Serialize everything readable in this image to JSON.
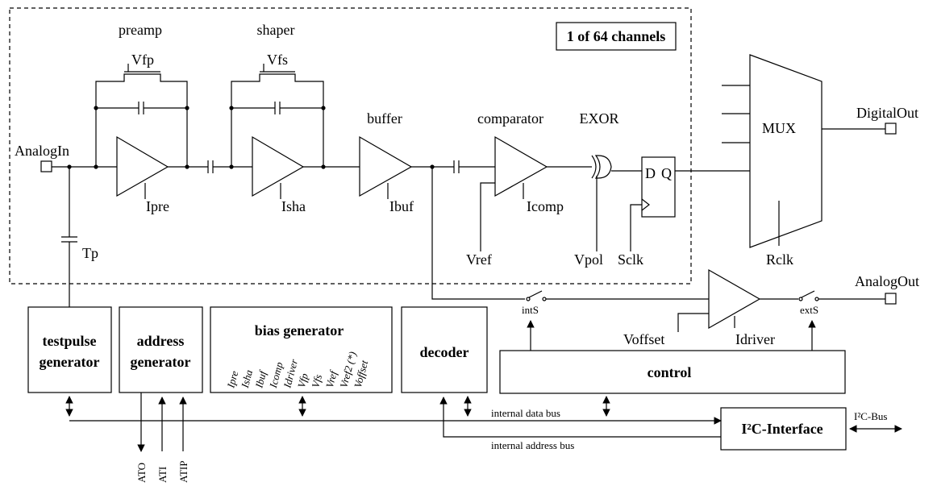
{
  "title_box": "1 of 64 channels",
  "stages": {
    "preamp": "preamp",
    "shaper": "shaper",
    "buffer": "buffer",
    "comparator": "comparator",
    "exor": "EXOR",
    "mux": "MUX"
  },
  "signals": {
    "analog_in": "AnalogIn",
    "vfp": "Vfp",
    "vfs": "Vfs",
    "ipre": "Ipre",
    "isha": "Isha",
    "ibuf": "Ibuf",
    "icomp": "Icomp",
    "vref": "Vref",
    "vpol": "Vpol",
    "sclk": "Sclk",
    "rclk": "Rclk",
    "tp": "Tp",
    "digital_out": "DigitalOut",
    "analog_out": "AnalogOut",
    "ints": "intS",
    "exts": "extS",
    "voffset": "Voffset",
    "idriver": "Idriver",
    "ff_d": "D",
    "ff_q": "Q"
  },
  "blocks": {
    "testpulse_line1": "testpulse",
    "testpulse_line2": "generator",
    "address_line1": "address",
    "address_line2": "generator",
    "bias_title": "bias generator",
    "bias_items": [
      "Ipre",
      "Isha",
      "Ibuf",
      "Icomp",
      "Idriver",
      "Vfp",
      "Vfs",
      "Vref",
      "Vref2 (*)",
      "Voffset"
    ],
    "decoder": "decoder",
    "control": "control",
    "i2c": "I²C-Interface"
  },
  "buses": {
    "data_bus": "internal data bus",
    "address_bus": "internal address bus",
    "i2c_bus": "I²C-Bus"
  },
  "pins": [
    "ATO",
    "ATI",
    "ATIP"
  ]
}
